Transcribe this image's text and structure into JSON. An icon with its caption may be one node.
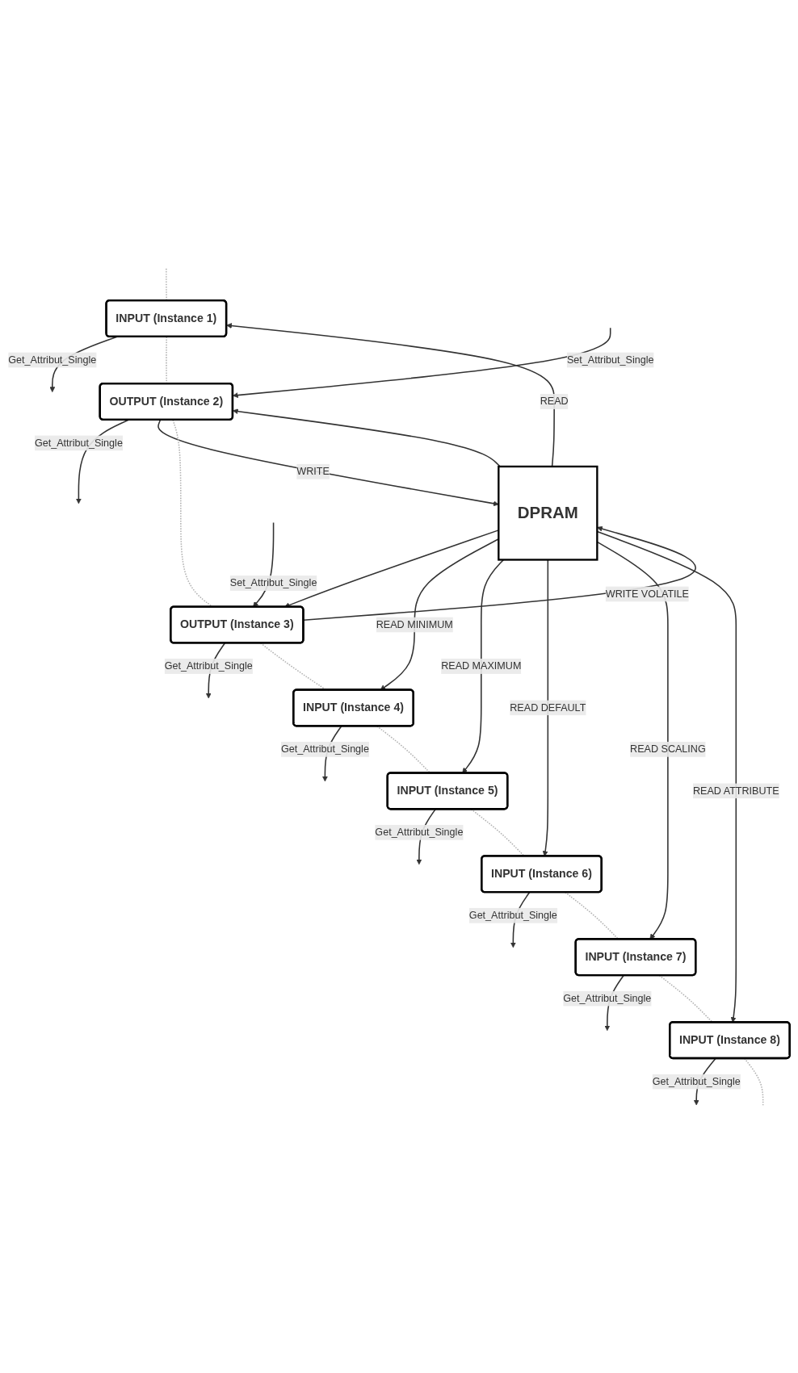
{
  "diagram": {
    "nodes": [
      {
        "text": [
          "INPUT (Instance 1)"
        ]
      },
      {
        "text": [
          "OUTPUT (Instance 2)"
        ]
      },
      {
        "text": [
          "OUTPUT (Instance 3)"
        ]
      },
      {
        "text": [
          "INPUT (Instance 4)"
        ]
      },
      {
        "text": [
          "INPUT (Instance 5)"
        ]
      },
      {
        "text": [
          "INPUT (Instance 6)"
        ]
      },
      {
        "text": [
          "INPUT (Instance 7)"
        ]
      },
      {
        "text": [
          "INPUT (Instance 8)"
        ]
      },
      {
        "text": [
          "DPRAM"
        ]
      }
    ],
    "edges": [
      {
        "from": 0,
        "to": null,
        "label": "Get_Attribut_Single",
        "arrow": "to"
      },
      {
        "from": 8,
        "to": 0,
        "label": "READ",
        "arrow": "to"
      },
      {
        "from": 1,
        "to": null,
        "label": "Get_Attribut_Single",
        "arrow": "to"
      },
      {
        "from": null,
        "to": 1,
        "label": "Set_Attribut_Single",
        "arrow": "to"
      },
      {
        "from": 8,
        "to": 1,
        "arrow": "to"
      },
      {
        "from": 1,
        "to": 8,
        "label": "WRITE",
        "arrow": "to"
      },
      {
        "from": 2,
        "to": null,
        "label": "Get_Attribut_Single",
        "arrow": "to"
      },
      {
        "from": null,
        "to": 2,
        "label": "Set_Attribut_Single",
        "arrow": "to"
      },
      {
        "from": 8,
        "to": 2,
        "arrow": "to"
      },
      {
        "from": 2,
        "to": 8,
        "label": "WRITE VOLATILE",
        "arrow": "to"
      },
      {
        "from": 3,
        "to": null,
        "label": "Get_Attribut_Single",
        "arrow": "to"
      },
      {
        "from": 8,
        "to": 3,
        "label": "READ MINIMUM",
        "arrow": "to"
      },
      {
        "from": 4,
        "to": null,
        "label": "Get_Attribut_Single",
        "arrow": "to"
      },
      {
        "from": 8,
        "to": 4,
        "label": "READ MAXIMUM",
        "arrow": "to"
      },
      {
        "from": 5,
        "to": null,
        "label": "Get_Attribut_Single",
        "arrow": "to"
      },
      {
        "from": 8,
        "to": 5,
        "label": "READ DEFAULT",
        "arrow": "to"
      },
      {
        "from": 6,
        "to": null,
        "label": "Get_Attribut_Single",
        "arrow": "to"
      },
      {
        "from": 8,
        "to": 6,
        "label": "READ SCALING",
        "arrow": "to"
      },
      {
        "from": 7,
        "to": null,
        "label": "Get_Attribut_Single",
        "arrow": "to"
      },
      {
        "from": 8,
        "to": 7,
        "label": "READ ATTRIBUTE",
        "arrow": "to"
      },
      {
        "from": null,
        "to": 0,
        "arrow": "none",
        "style": "dashed",
        "color": "#b3b3b3"
      },
      {
        "from": 0,
        "to": 1,
        "arrow": "none",
        "style": "dashed",
        "color": "#b3b3b3"
      },
      {
        "from": 1,
        "to": 2,
        "arrow": "none",
        "style": "dashed",
        "color": "#b3b3b3"
      },
      {
        "from": 2,
        "to": 3,
        "arrow": "none",
        "style": "dashed",
        "color": "#b3b3b3"
      },
      {
        "from": 3,
        "to": 4,
        "arrow": "none",
        "style": "dashed",
        "color": "#b3b3b3"
      },
      {
        "from": 4,
        "to": 5,
        "arrow": "none",
        "style": "dashed",
        "color": "#b3b3b3"
      },
      {
        "from": 5,
        "to": 6,
        "arrow": "none",
        "style": "dashed",
        "color": "#b3b3b3"
      },
      {
        "from": 6,
        "to": 7,
        "arrow": "none",
        "style": "dashed",
        "color": "#b3b3b3"
      },
      {
        "from": 7,
        "to": null,
        "arrow": "none",
        "style": "dashed",
        "color": "#b3b3b3"
      }
    ]
  }
}
